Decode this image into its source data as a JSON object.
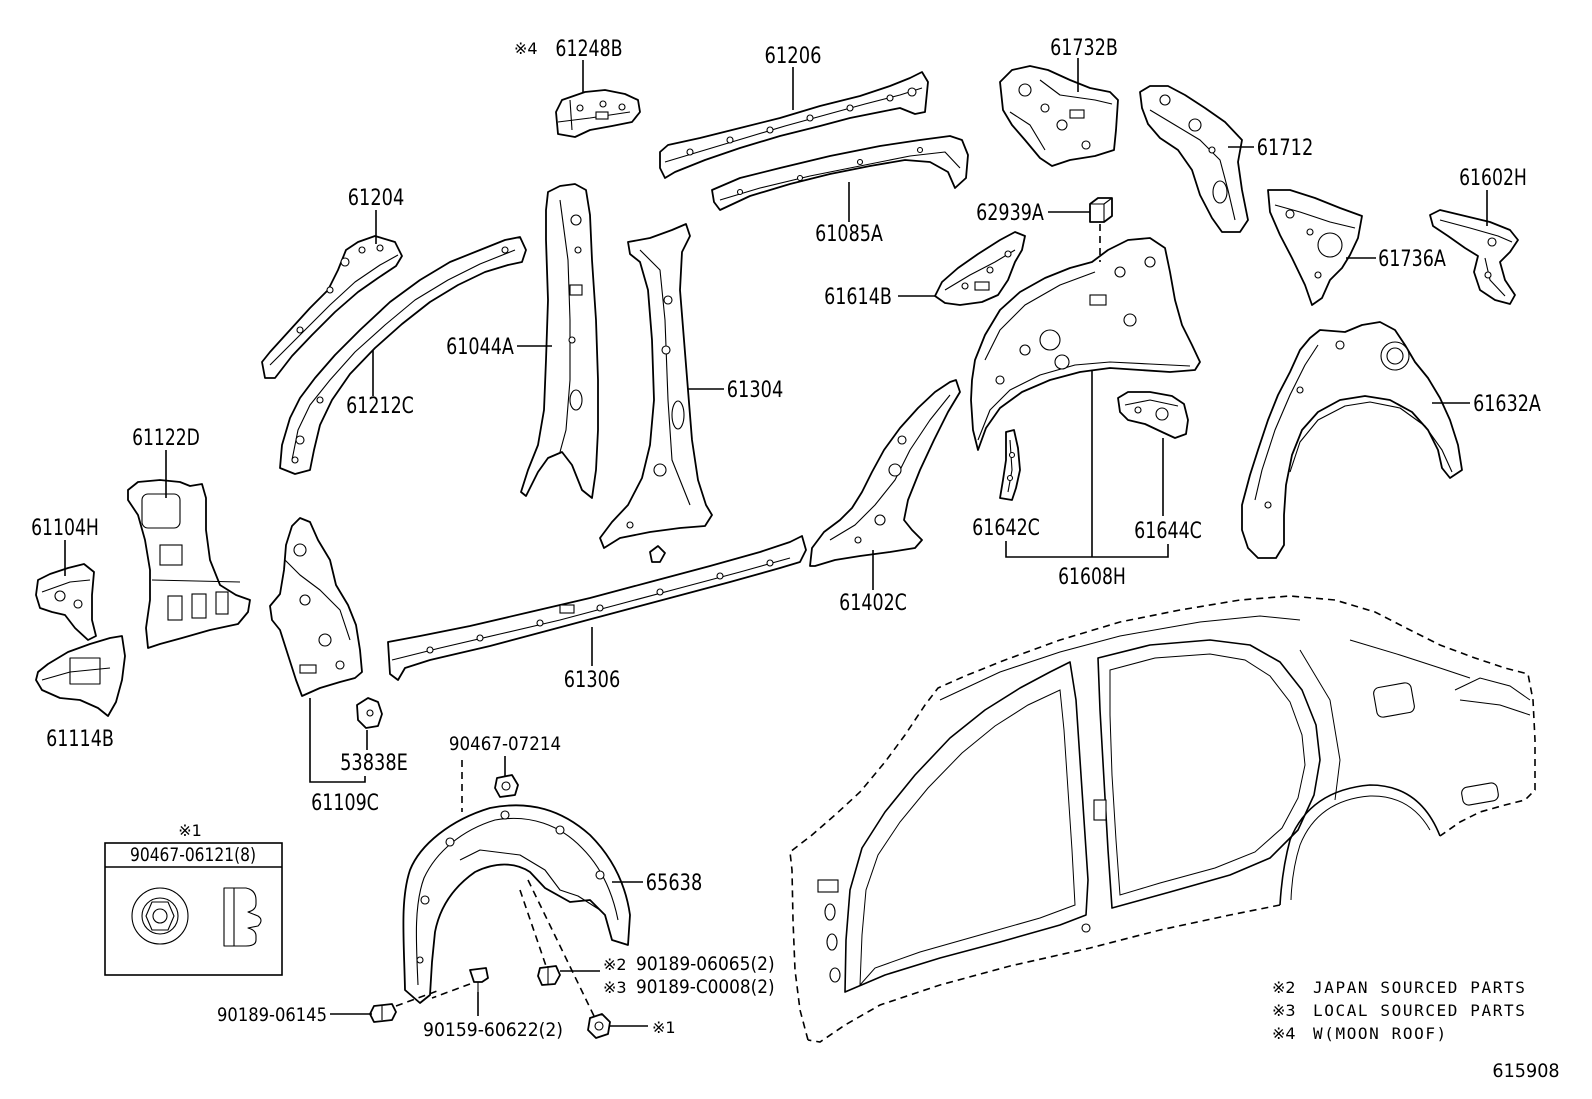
{
  "parts": [
    "61248B",
    "61206",
    "61732B",
    "61712",
    "61602H",
    "62939A",
    "61736A",
    "61204",
    "61085A",
    "61614B",
    "61044A",
    "61304",
    "61212C",
    "61632A",
    "61122D",
    "61104H",
    "61642C",
    "61644C",
    "61608H",
    "61402C",
    "61306",
    "61114B",
    "53838E",
    "61109C",
    "65638"
  ],
  "fasteners": [
    "90467-07214",
    "90189-06065(2)",
    "90189-C0008(2)",
    "90189-06145",
    "90159-60622(2)"
  ],
  "marks": {
    "m1": "※1",
    "m2": "※2",
    "m3": "※3",
    "m4": "※4"
  },
  "inset": {
    "mark": "※1",
    "part": "90467-06121(8)"
  },
  "legend": [
    {
      "mark": "※2",
      "text": "JAPAN SOURCED PARTS"
    },
    {
      "mark": "※3",
      "text": "LOCAL SOURCED PARTS"
    },
    {
      "mark": "※4",
      "text": "W(MOON ROOF)"
    }
  ],
  "figure_number": "615908"
}
